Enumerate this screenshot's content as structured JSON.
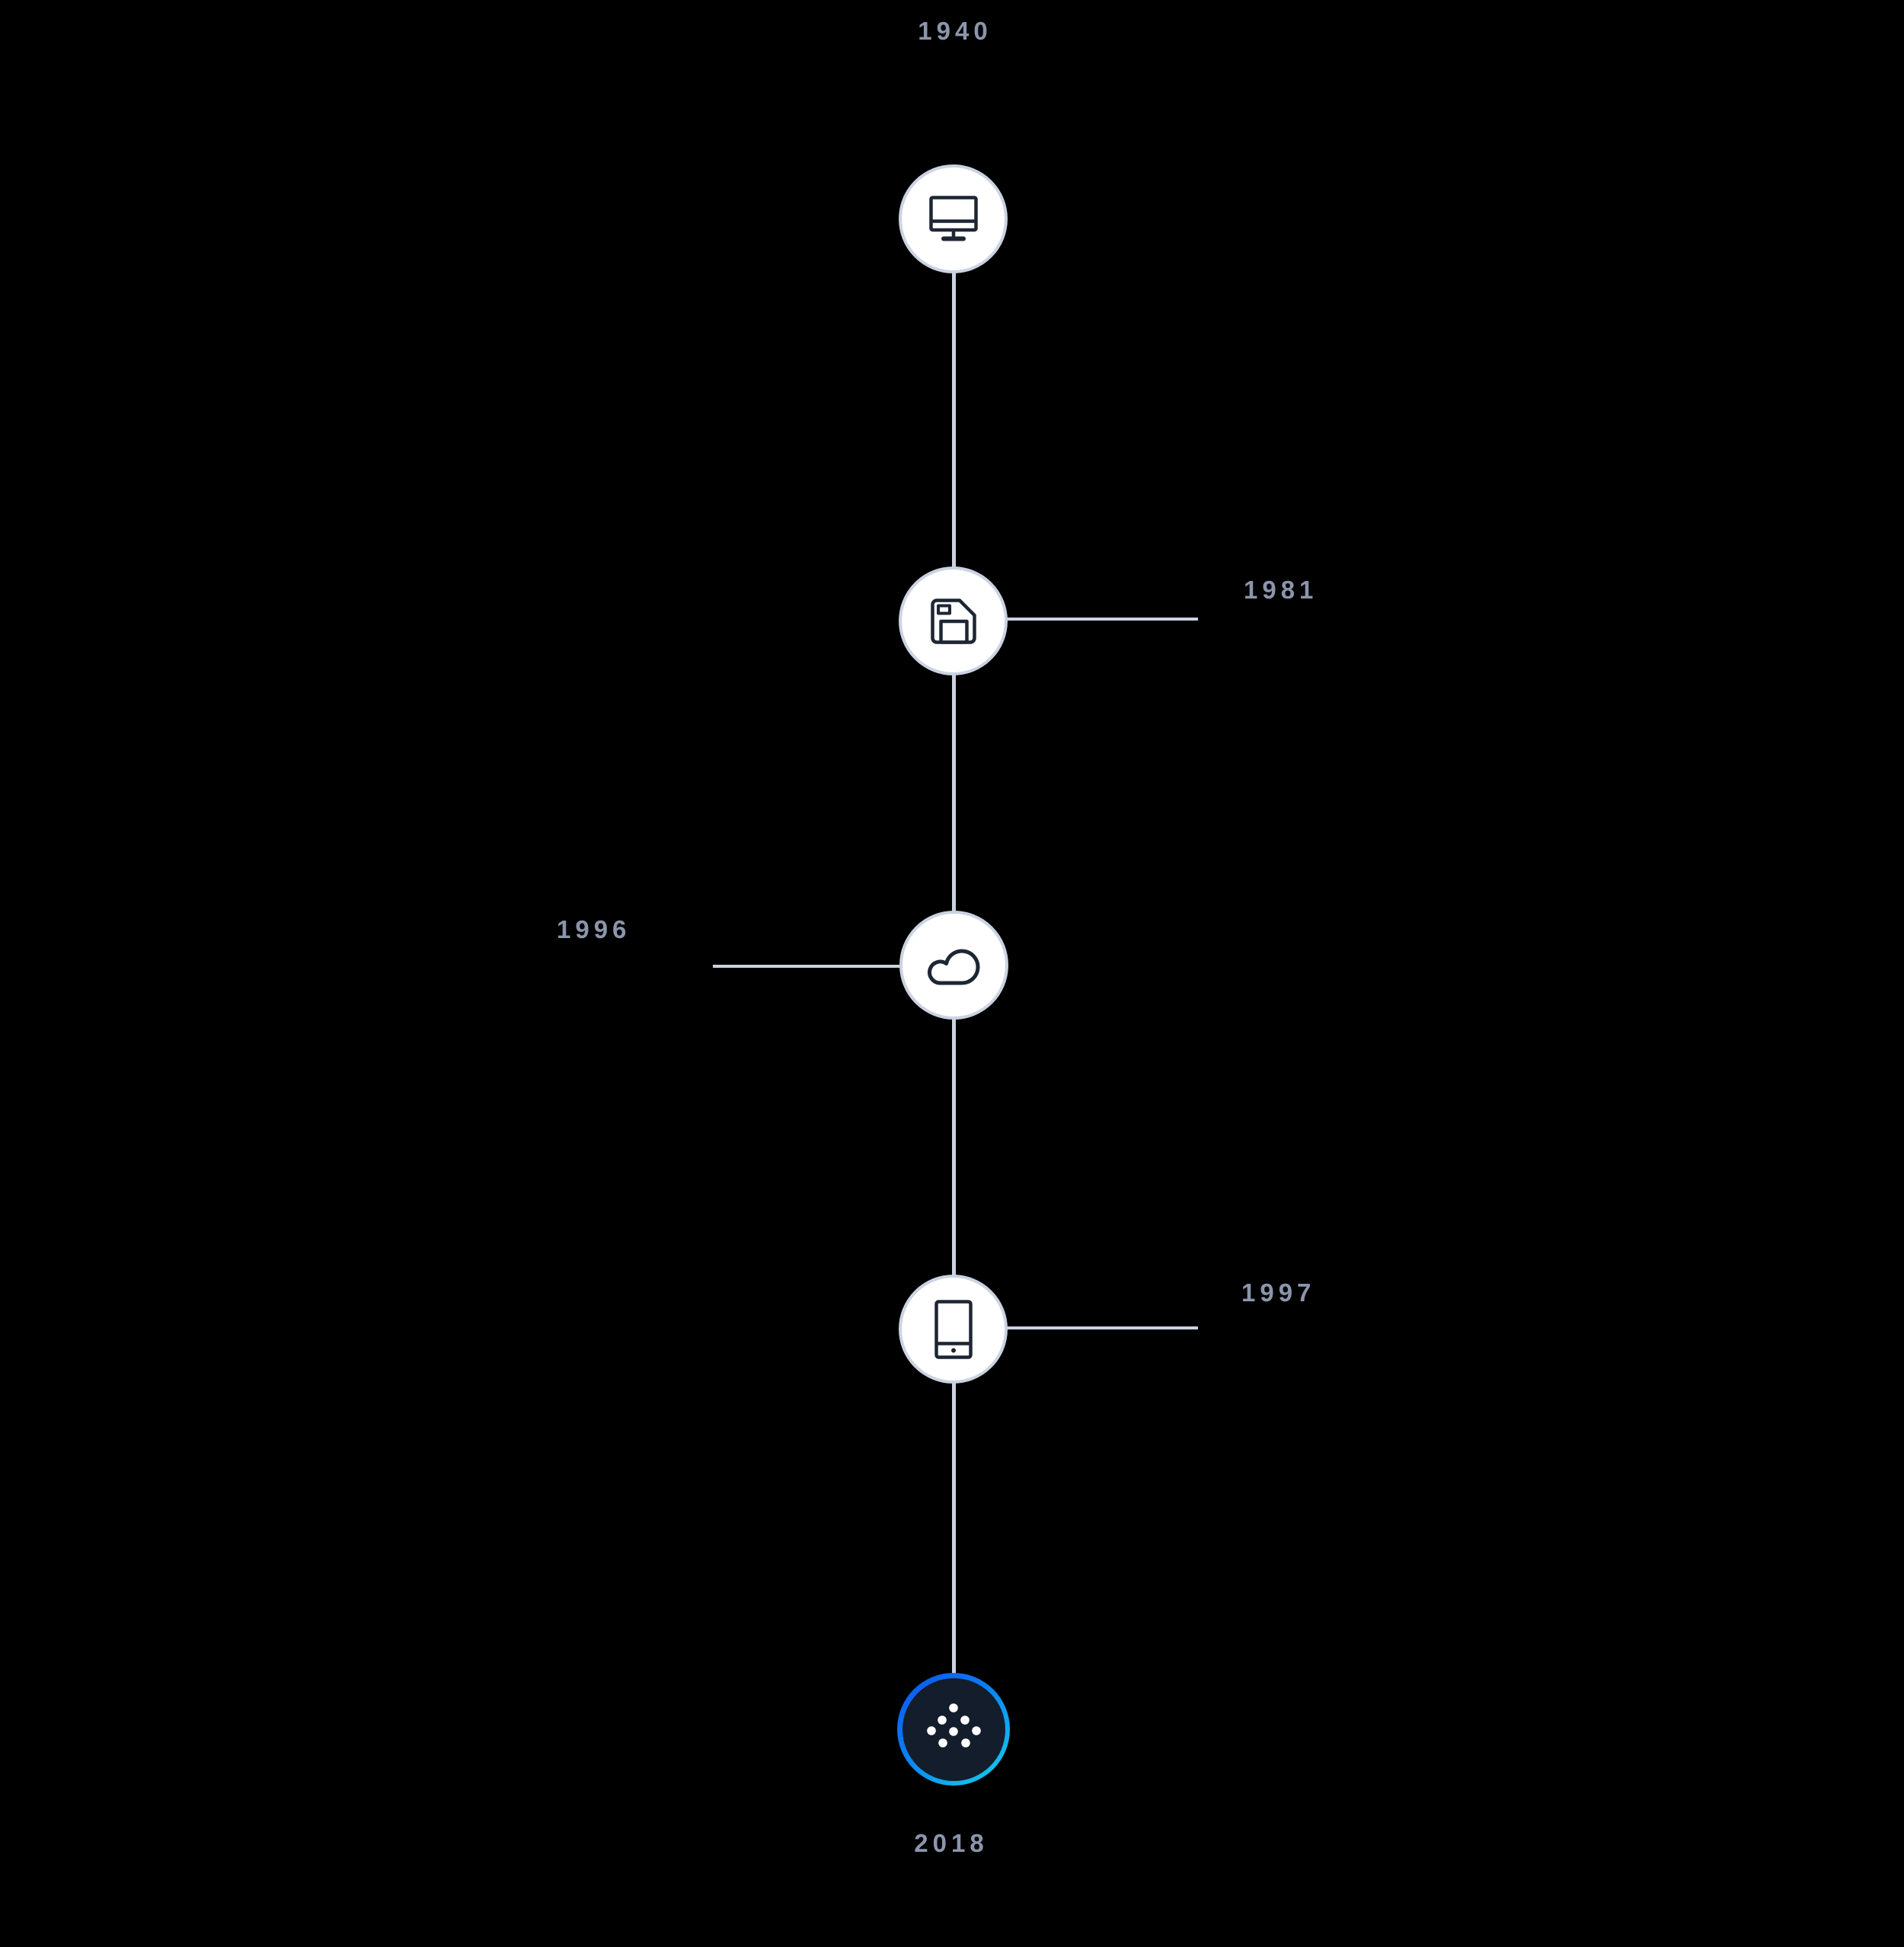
{
  "app": {
    "background_color": "#000000",
    "component": "vertical timeline"
  },
  "timeline": {
    "line_color": "#cbd3e1",
    "node_border_color": "#cbd3e1",
    "node_fill_color": "#ffffff",
    "icon_color": "#1e2633",
    "year_label_color": "#8b95ab",
    "active_node": {
      "fill_color": "#131d2b",
      "ring_gradient_start": "#0b57ee",
      "ring_gradient_end": "#14cbe9",
      "dot_color": "#ffffff"
    },
    "events": [
      {
        "year": "1940",
        "icon": "desktop-computer-icon",
        "label_side": "top",
        "active": false
      },
      {
        "year": "1981",
        "icon": "floppy-disk-icon",
        "label_side": "right",
        "active": false
      },
      {
        "year": "1996",
        "icon": "cloud-icon",
        "label_side": "left",
        "active": false
      },
      {
        "year": "1997",
        "icon": "smartphone-icon",
        "label_side": "right",
        "active": false
      },
      {
        "year": "2018",
        "icon": "dot-cluster-icon",
        "label_side": "bottom",
        "active": true
      }
    ]
  }
}
